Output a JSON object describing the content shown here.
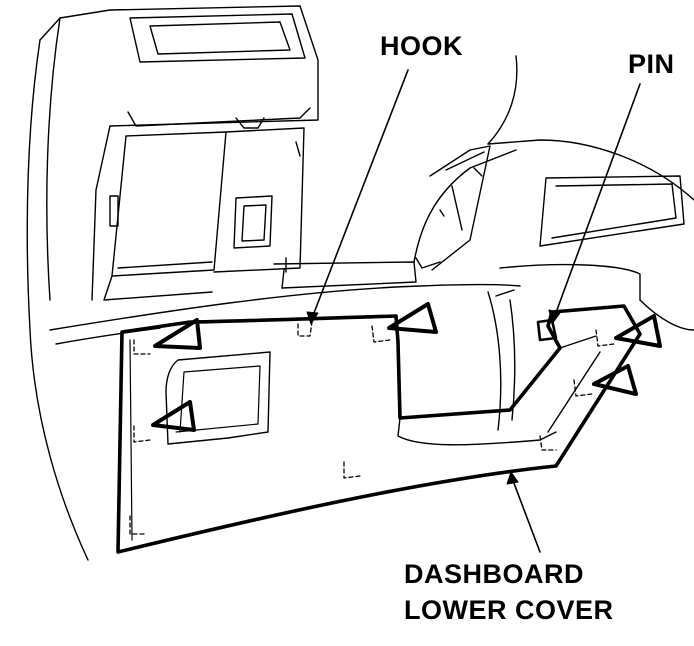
{
  "labels": {
    "hook": "HOOK",
    "pin": "PIN",
    "cover_line1": "DASHBOARD",
    "cover_line2": "LOWER COVER"
  },
  "colors": {
    "ink": "#000000",
    "paper": "#ffffff"
  }
}
